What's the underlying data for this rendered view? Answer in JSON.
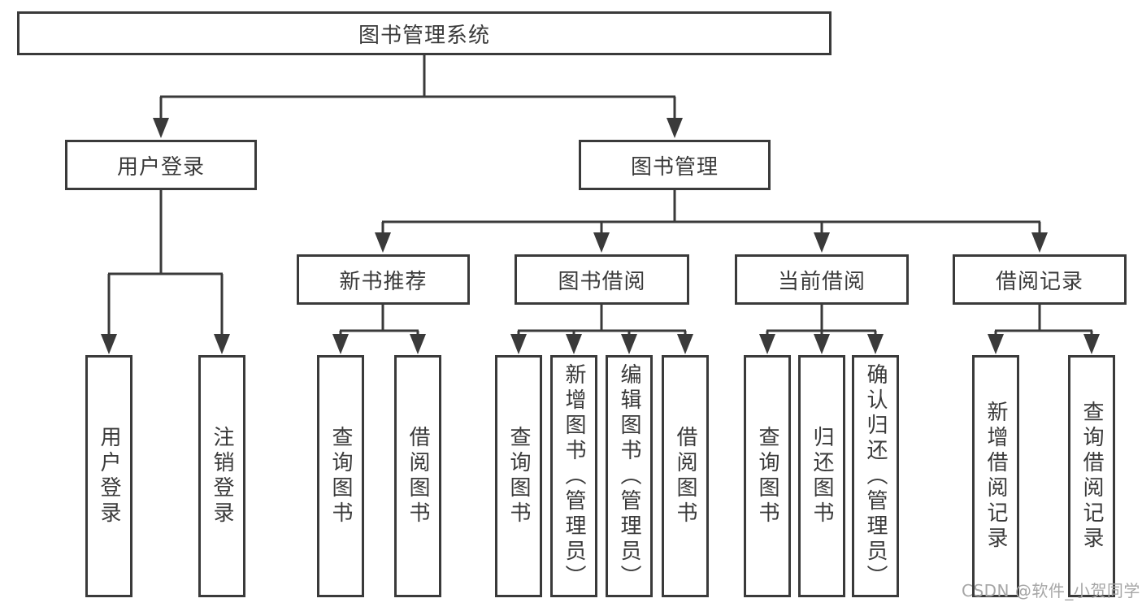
{
  "diagram": {
    "root": {
      "label": "图书管理系统"
    },
    "branches": [
      {
        "label": "用户登录",
        "children": [
          {
            "label": "用户登录"
          },
          {
            "label": "注销登录"
          }
        ]
      },
      {
        "label": "图书管理",
        "children": [
          {
            "label": "新书推荐",
            "children": [
              {
                "label": "查询图书"
              },
              {
                "label": "借阅图书"
              }
            ]
          },
          {
            "label": "图书借阅",
            "children": [
              {
                "label": "查询图书"
              },
              {
                "label": "新增图书（管理员）"
              },
              {
                "label": "编辑图书（管理员）"
              },
              {
                "label": "借阅图书"
              }
            ]
          },
          {
            "label": "当前借阅",
            "children": [
              {
                "label": "查询图书"
              },
              {
                "label": "归还图书"
              },
              {
                "label": "确认归还（管理员）"
              }
            ]
          },
          {
            "label": "借阅记录",
            "children": [
              {
                "label": "新增借阅记录"
              },
              {
                "label": "查询借阅记录"
              }
            ]
          }
        ]
      }
    ]
  },
  "watermark": {
    "text": "CSDN @软件_小贺同学"
  },
  "colors": {
    "line": "#3a3a3a",
    "text": "#3a3a3a",
    "node_background": "#ffffff",
    "watermark": "#a6a6a6",
    "background": "#ffffff"
  }
}
